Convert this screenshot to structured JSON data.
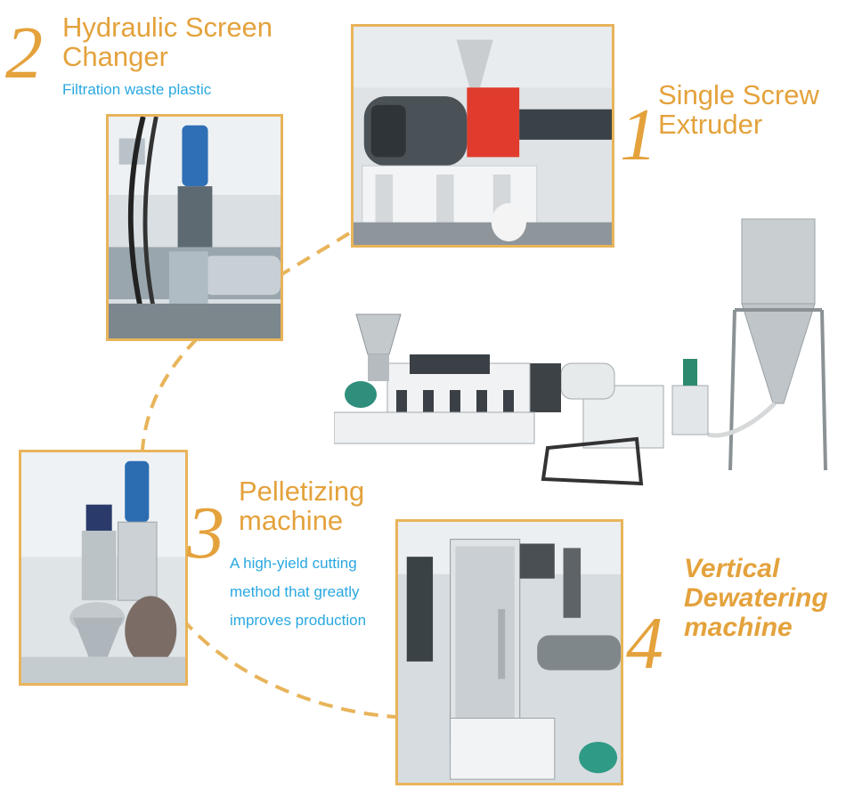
{
  "steps": [
    {
      "number": "1",
      "title": "Single Screw\nExtruder",
      "description": ""
    },
    {
      "number": "2",
      "title": "Hydraulic Screen\nChanger",
      "description": "Filtration waste plastic"
    },
    {
      "number": "3",
      "title": "Pelletizing\nmachine",
      "description": "A high-yield cutting\nmethod that greatly\nimproves production"
    },
    {
      "number": "4",
      "title": "Vertical\nDewatering\nmachine",
      "description": ""
    }
  ],
  "colors": {
    "accent": "#e4a23c",
    "frame": "#e8b45a",
    "description_text": "#2aa8e0"
  }
}
